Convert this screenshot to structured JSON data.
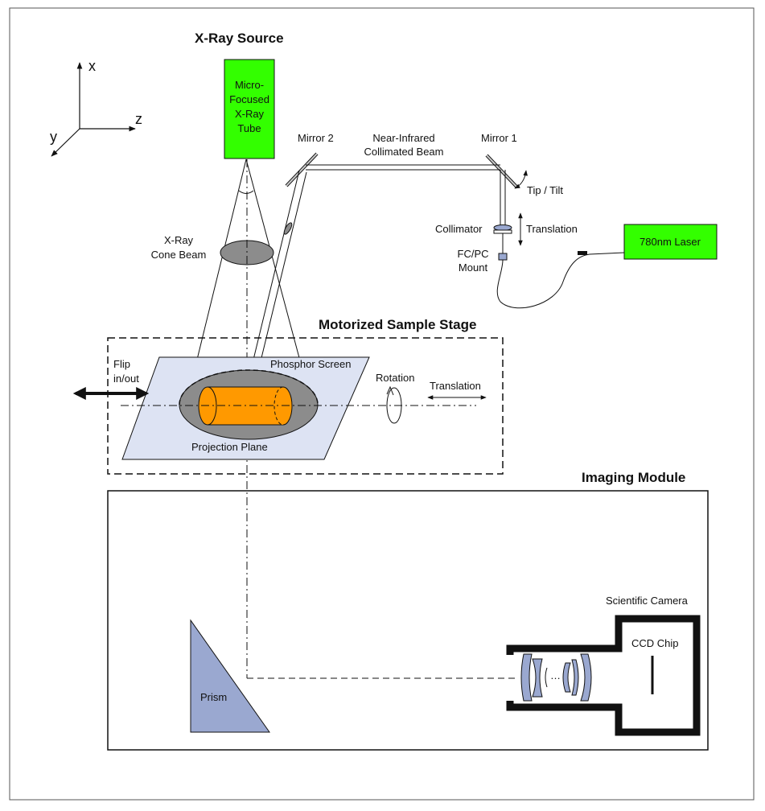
{
  "axes": {
    "x": "x",
    "y": "y",
    "z": "z"
  },
  "headings": {
    "xray_source": "X-Ray Source",
    "sample_stage": "Motorized Sample Stage",
    "imaging_module": "Imaging Module"
  },
  "xray_tube": {
    "line1": "Micro-",
    "line2": "Focused",
    "line3": "X-Ray",
    "line4": "Tube"
  },
  "cone_beam": {
    "line1": "X-Ray",
    "line2": "Cone Beam"
  },
  "mirrors": {
    "mirror1": "Mirror 1",
    "mirror2": "Mirror 2"
  },
  "beam": {
    "line1": "Near-Infrared",
    "line2": "Collimated Beam"
  },
  "tip_tilt": "Tip / Tilt",
  "collimator": "Collimator",
  "translation_collimator": "Translation",
  "mount": {
    "line1": "FC/PC",
    "line2": "Mount"
  },
  "laser": "780nm Laser",
  "stage": {
    "flip_line1": "Flip",
    "flip_line2": "in/out",
    "phosphor_screen": "Phosphor Screen",
    "projection_plane": "Projection Plane",
    "rotation": "Rotation",
    "translation": "Translation"
  },
  "imaging": {
    "scientific_camera": "Scientific Camera",
    "ccd_chip": "CCD Chip",
    "prism": "Prism",
    "lens_dots": "…"
  },
  "colors": {
    "tube_green": "#33ff00",
    "laser_green": "#33ff00",
    "sample_orange": "#ff9900",
    "plane_blue": "#dde3f3",
    "prism_blue": "#9aa8d0",
    "ellipse_gray": "#8c8c8c"
  }
}
